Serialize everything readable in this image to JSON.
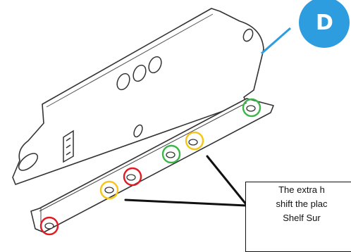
{
  "badge": {
    "letter": "D",
    "color": "#2e9de0"
  },
  "callout": {
    "lines": [
      "The extra h",
      "shift the plac",
      "Shelf Sur"
    ]
  },
  "ring_colors": {
    "red": "#e01b24",
    "yellow": "#f5c518",
    "green": "#3db54a"
  },
  "line_color": "#111111",
  "leader_color": "#2e9de0"
}
